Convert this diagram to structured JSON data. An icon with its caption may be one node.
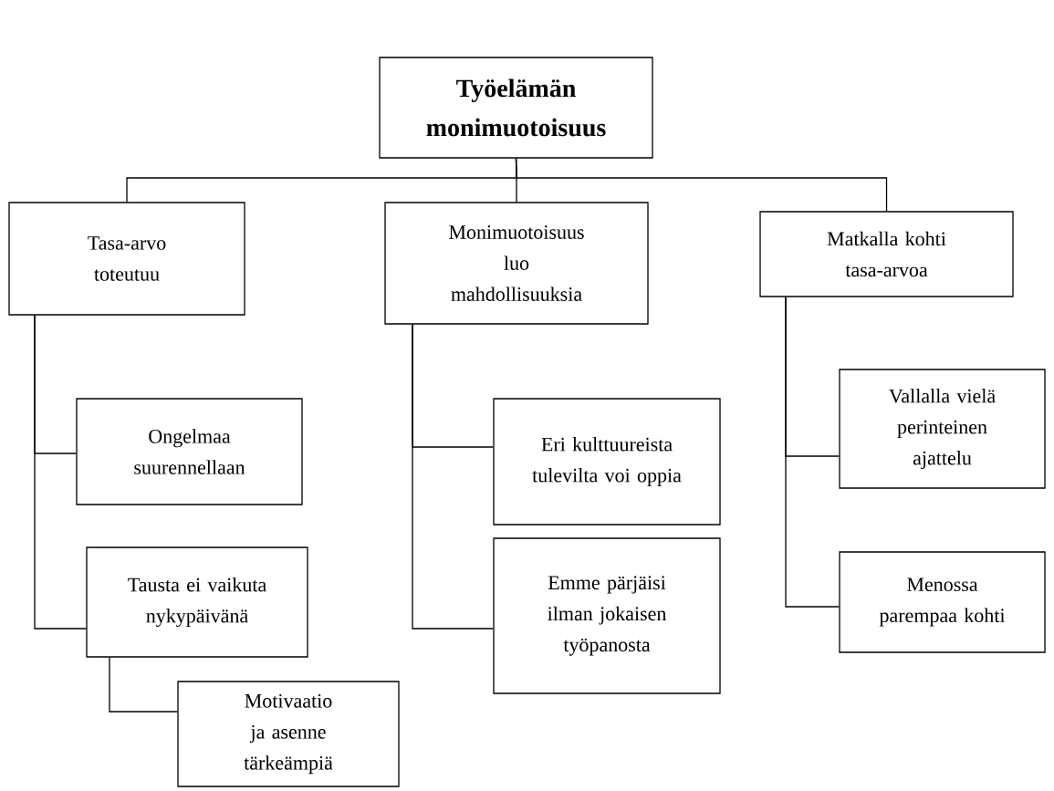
{
  "diagram": {
    "nodes": [
      {
        "text": [
          "Työelämän monimuotoisuus"
        ]
      },
      {
        "text": [
          "Tasa-arvo toteutuu"
        ]
      },
      {
        "text": [
          "Ongelmaa suurennellaan"
        ]
      },
      {
        "text": [
          "Tausta ei vaikuta nykypäivänä"
        ]
      },
      {
        "text": [
          "Motivaatio ja asenne tärkeämpiä"
        ]
      },
      {
        "text": [
          "Monimuotoisuus luo mahdollisuuksia"
        ]
      },
      {
        "text": [
          "Eri kulttuureista tulevilta voi oppia"
        ]
      },
      {
        "text": [
          "Emme pärjäisi ilman jokaisen työpanosta"
        ]
      },
      {
        "text": [
          "Matkalla kohti tasa-arvoa"
        ]
      },
      {
        "text": [
          "Vallalla vielä perinteinen ajattelu"
        ]
      },
      {
        "text": [
          "Menossa parempaa kohti"
        ]
      }
    ],
    "edges": [
      {
        "from": 0,
        "to": 1,
        "arrow": "none"
      },
      {
        "from": 0,
        "to": 5,
        "arrow": "none"
      },
      {
        "from": 0,
        "to": 8,
        "arrow": "none"
      },
      {
        "from": 1,
        "to": 2,
        "arrow": "none"
      },
      {
        "from": 1,
        "to": 3,
        "arrow": "none"
      },
      {
        "from": 3,
        "to": 4,
        "arrow": "none"
      },
      {
        "from": 5,
        "to": 6,
        "arrow": "none"
      },
      {
        "from": 5,
        "to": 7,
        "arrow": "none"
      },
      {
        "from": 8,
        "to": 9,
        "arrow": "none"
      },
      {
        "from": 8,
        "to": 10,
        "arrow": "none"
      }
    ]
  }
}
